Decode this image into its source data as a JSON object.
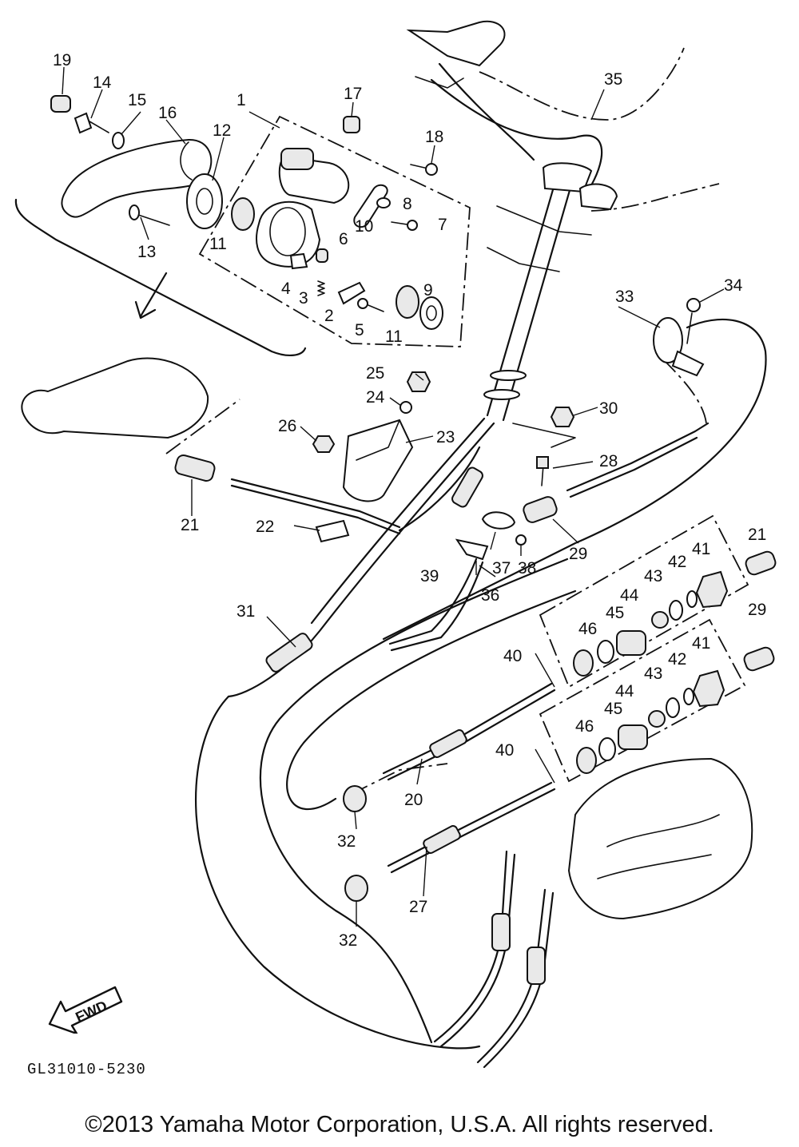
{
  "diagram": {
    "part_labels": [
      "1",
      "2",
      "3",
      "4",
      "5",
      "6",
      "7",
      "8",
      "9",
      "10",
      "11",
      "11",
      "12",
      "13",
      "14",
      "15",
      "16",
      "17",
      "18",
      "19",
      "20",
      "21",
      "21",
      "22",
      "23",
      "24",
      "25",
      "26",
      "27",
      "28",
      "29",
      "29",
      "30",
      "31",
      "32",
      "32",
      "33",
      "34",
      "35",
      "36",
      "37",
      "38",
      "39",
      "40",
      "40",
      "41",
      "41",
      "42",
      "42",
      "43",
      "43",
      "44",
      "44",
      "45",
      "45",
      "46",
      "46"
    ],
    "fwd_label": "FWD",
    "drawing_code": "GL31010-5230",
    "copyright": "©2013 Yamaha Motor Corporation, U.S.A. All rights reserved."
  }
}
